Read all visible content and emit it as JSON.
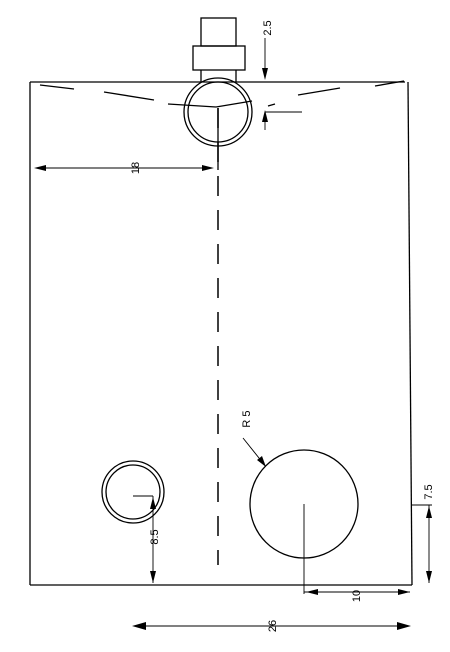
{
  "drawing": {
    "dimensions": {
      "top_offset": "2.5",
      "hole_center_x": "18",
      "fillet_radius": "R 5",
      "small_hole_height": "8.5",
      "side_height": "7.5",
      "bottom_offset": "10",
      "overall_width": "26"
    }
  }
}
